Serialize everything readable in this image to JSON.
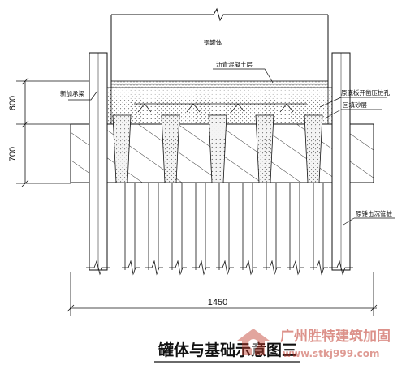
{
  "labels": {
    "steel_tank": "钢罐体",
    "asphalt_layer": "沥青混凝土层",
    "added_ring_beam": "新加承梁",
    "original_slab_holes": "原底板开凿压桩孔",
    "backfill_sand": "回填砂层",
    "original_pile": "原锤击沉管桩"
  },
  "dimensions": {
    "d600": "600",
    "d700": "700",
    "d1450": "1450"
  },
  "title": "罐体与基础示意图三",
  "watermark": {
    "company": "广州胜特建筑加固",
    "url": "www.stkj999.com"
  }
}
